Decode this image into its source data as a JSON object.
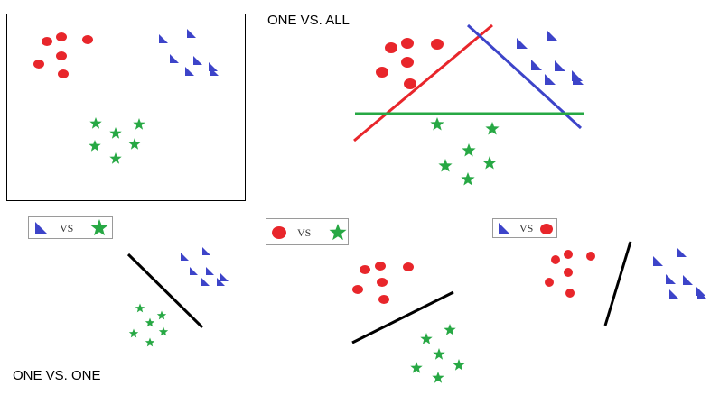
{
  "titles": {
    "one_vs_all": "ONE VS. ALL",
    "one_vs_one": "ONE VS. ONE"
  },
  "legends": [
    {
      "left": "triangle",
      "text": "VS",
      "right": "star"
    },
    {
      "left": "circle",
      "text": "VS",
      "right": "star"
    },
    {
      "left": "triangle",
      "text": "VS",
      "right": "circle"
    }
  ],
  "colors": {
    "circle": "#e8262b",
    "triangle": "#3d44c9",
    "star": "#27a844",
    "boundary_red": "#e8262b",
    "boundary_blue": "#3d44c9",
    "boundary_green": "#27a844",
    "boundary_black": "#000000"
  }
}
